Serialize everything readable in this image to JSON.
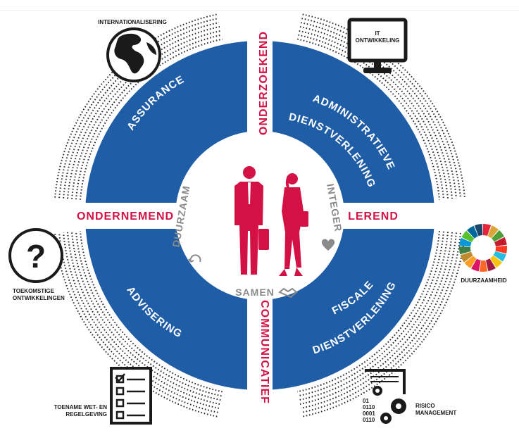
{
  "quadrants": {
    "top_left": "ASSURANCE",
    "top_right": [
      "ADMINISTRATIEVE",
      "DIENSTVERLENING"
    ],
    "bottom_left": "ADVISERING",
    "bottom_right": [
      "FISCALE",
      "DIENSTVERLENING"
    ]
  },
  "values": {
    "top": "ONDERZOEKEND",
    "bottom": "COMMUNICATIEF",
    "left": "ONDERNEMEND",
    "right": "LEREND"
  },
  "center": {
    "left_word": "DUURZAAM",
    "right_word": "INTEGER",
    "bottom_word": "SAMEN"
  },
  "corner_labels": {
    "top_left": "INTERNATIONALISERING",
    "top_right": [
      "IT",
      "ONTWIKKELING"
    ],
    "mid_left": [
      "TOEKOMSTIGE",
      "ONTWIKKELINGEN"
    ],
    "mid_right": "DUURZAAMHEID",
    "bottom_left": [
      "TOENAME WET- EN",
      "REGELGEVING"
    ],
    "bottom_right": [
      "RISICO",
      "MANAGEMENT"
    ],
    "binary": [
      "01",
      "0110",
      "0001",
      "0110"
    ]
  },
  "colors": {
    "blue": "#1f5da6",
    "red": "#d31145",
    "dark": "#1a1a1a",
    "grey": "#8a8a8a"
  },
  "sdg_colors": [
    "#e5243b",
    "#dda63a",
    "#4c9f38",
    "#c5192d",
    "#ff3a21",
    "#26bde2",
    "#fcc30b",
    "#a21942",
    "#fd6925",
    "#dd1367",
    "#fd9d24",
    "#bf8b2e",
    "#3f7e44",
    "#0a97d9",
    "#56c02b",
    "#00689d",
    "#19486a"
  ]
}
